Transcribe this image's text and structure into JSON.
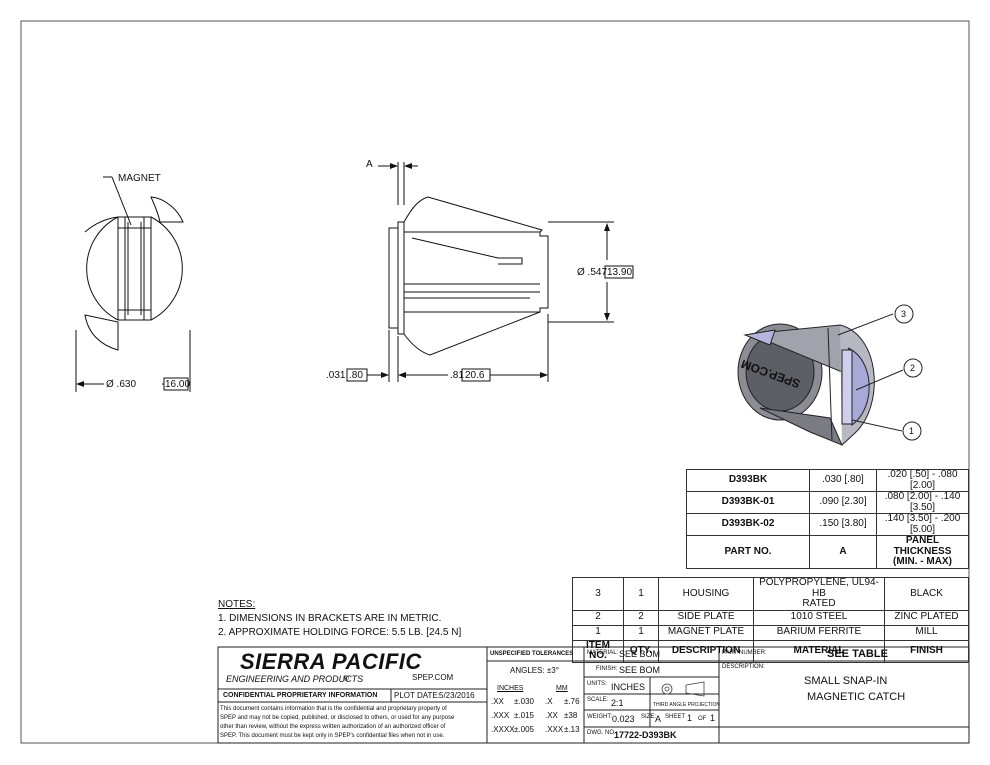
{
  "drawing": {
    "magnet_label": "MAGNET",
    "dim_a": "A",
    "dim_diameter_body": "Ø .630",
    "dim_diameter_body_mm": "16.00",
    "dim_diameter_head": "Ø .547",
    "dim_diameter_head_mm": "13.90",
    "dim_flange": ".031",
    "dim_flange_mm": ".80",
    "dim_length": ".81",
    "dim_length_mm": "20.6",
    "balloons": [
      "3",
      "2",
      "1"
    ],
    "part_text": "SPEP.COM"
  },
  "panel_table": {
    "rows": [
      {
        "part": "D393BK",
        "a": ".030 [.80]",
        "thickness": ".020 [.50] - .080 [2.00]"
      },
      {
        "part": "D393BK-01",
        "a": ".090 [2.30]",
        "thickness": ".080 [2.00] - .140 [3.50]"
      },
      {
        "part": "D393BK-02",
        "a": ".150 [3.80]",
        "thickness": ".140 [3.50] - .200 [5.00]"
      }
    ],
    "header": {
      "part": "PART NO.",
      "a": "A",
      "thickness_1": "PANEL THICKNESS",
      "thickness_2": "(MIN. - MAX)"
    }
  },
  "bom": {
    "rows": [
      {
        "item": "3",
        "qty": "1",
        "desc": "HOUSING",
        "material_1": "POLYPROPYLENE, UL94-HB",
        "material_2": "RATED",
        "finish": "BLACK"
      },
      {
        "item": "2",
        "qty": "2",
        "desc": "SIDE PLATE",
        "material_1": "1010 STEEL",
        "material_2": "",
        "finish": "ZINC PLATED"
      },
      {
        "item": "1",
        "qty": "1",
        "desc": "MAGNET PLATE",
        "material_1": "BARIUM FERRITE",
        "material_2": "",
        "finish": "MILL"
      }
    ],
    "header": {
      "item": "ITEM NO.",
      "qty": "QTY.",
      "desc": "DESCRIPTION",
      "material": "MATERIAL",
      "finish": "FINISH"
    }
  },
  "notes": {
    "title": "NOTES:",
    "items": [
      "1. DIMENSIONS IN BRACKETS ARE IN METRIC.",
      "2. APPROXIMATE HOLDING FORCE: 5.5 LB. [24.5 N]"
    ]
  },
  "title_block": {
    "company": "SIERRA PACIFIC",
    "company_sub": "ENGINEERING AND PRODUCTS",
    "registered": "®",
    "website": "SPEP.COM",
    "confidential_title": "CONFIDENTIAL PROPRIETARY INFORMATION",
    "plot_date_label": "PLOT DATE:",
    "plot_date": "5/23/2016",
    "confidential_text": [
      "This document contains information that is the confidential and proprietary property of",
      "SPEP and may not be copied, published, or disclosed to others, or used for any purpose",
      "other than review, without the express written authorization of an authorized officer of",
      "SPEP. This document must be kept only in SPEP's confidential files when not in use."
    ],
    "tolerances_title": "UNSPECIFIED TOLERANCES",
    "angles": "ANGLES: ±3°",
    "inches_label": "INCHES",
    "mm_label": "MM",
    "tol_rows": [
      {
        "in_k": ".XX",
        "in_v": "±.030",
        "mm_k": ".X",
        "mm_v": "±.76"
      },
      {
        "in_k": ".XXX",
        "in_v": "±.015",
        "mm_k": ".XX",
        "mm_v": "±38"
      },
      {
        "in_k": ".XXXX",
        "in_v": "±.005",
        "mm_k": ".XXX",
        "mm_v": "±.13"
      }
    ],
    "material_label": "MATERIAL:",
    "material": "SEE BOM",
    "finish_label": "FINISH:",
    "finish": "SEE BOM",
    "units_label": "UNITS:",
    "units": "INCHES",
    "projection": "THIRD ANGLE PROJECTION",
    "scale_label": "SCALE:",
    "scale": "2:1",
    "weight_label": "WEIGHT:",
    "weight": "0.023",
    "size_label": "SIZE:",
    "size": "A",
    "sheet_label": "SHEET",
    "sheet": "1",
    "of_label": "OF",
    "sheets": "1",
    "dwg_label": "DWG. NO.",
    "dwg": "17722-D393BK",
    "part_number_label": "PART NUMBER:",
    "part_number": "SEE TABLE",
    "description_label": "DESCRIPTION:",
    "description_1": "SMALL SNAP-IN",
    "description_2": "MAGNETIC CATCH"
  }
}
